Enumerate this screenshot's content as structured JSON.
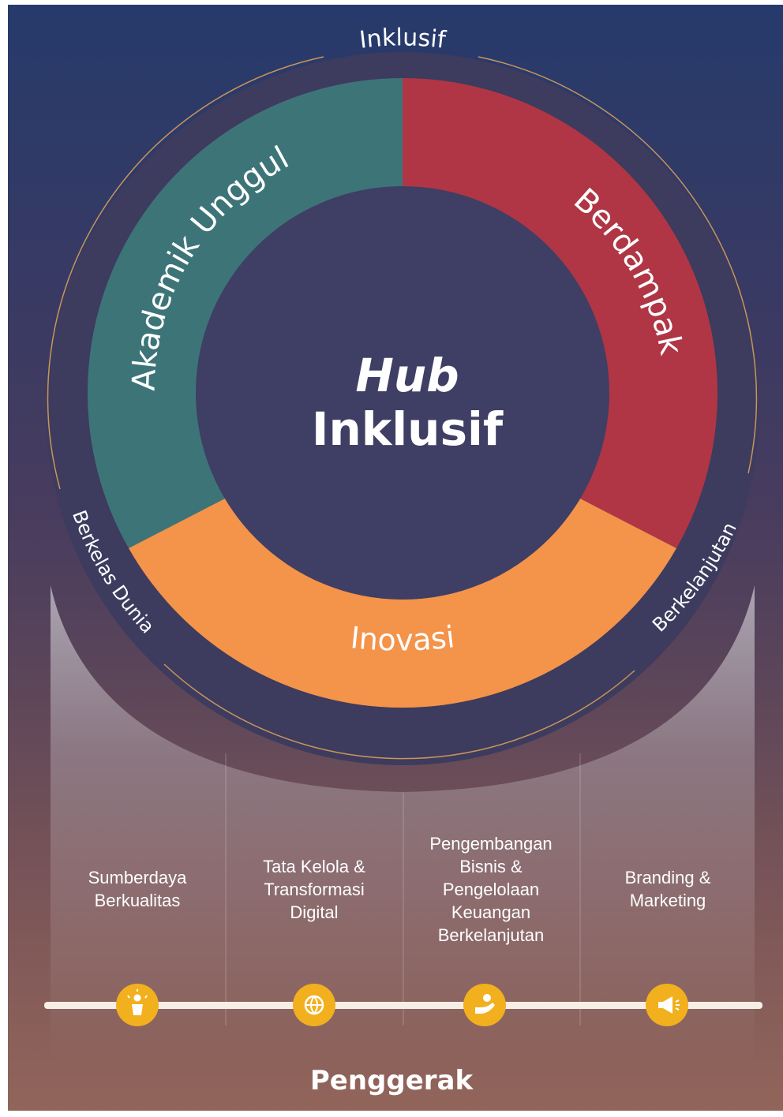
{
  "center": {
    "line1": "Hub",
    "line2": "Inklusif"
  },
  "ring_segments": [
    {
      "label": "Akademik Unggul",
      "color": "#3d7478"
    },
    {
      "label": "Berdampak",
      "color": "#b03645"
    },
    {
      "label": "Inovasi",
      "color": "#f4934a"
    }
  ],
  "outer_labels": {
    "top": "Inklusif",
    "left": "Berkelas Dunia",
    "right": "Berkelanjutan"
  },
  "pillars": [
    {
      "label": "Sumberdaya\nBerkualitas",
      "icon": "person-star-icon"
    },
    {
      "label": "Tata Kelola &\nTransformasi\nDigital",
      "icon": "globe-icon"
    },
    {
      "label": "Pengembangan\nBisnis &\nPengelolaan\nKeuangan\nBerkelanjutan",
      "icon": "hand-coin-icon"
    },
    {
      "label": "Branding &\nMarketing",
      "icon": "megaphone-icon"
    }
  ],
  "footer": {
    "label": "Penggerak"
  },
  "colors": {
    "icon_circle": "#f2b01e",
    "outer_ring_line": "#c8955a",
    "base_line": "#f7efe6"
  }
}
